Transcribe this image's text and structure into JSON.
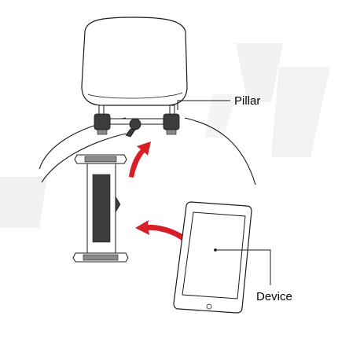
{
  "labels": {
    "pillar": "Pillar",
    "device": "Device"
  },
  "colors": {
    "line": "#1a1a1a",
    "arrow": "#d61f26",
    "watermark": "#f1f1f1",
    "mount_fill": "#3c3c3c",
    "clamp_fill": "#8a8a8a"
  },
  "icons": {
    "watermark": "brand-logo-watermark",
    "headrest": "headrest-illustration",
    "mount": "tablet-holder-mount",
    "tablet": "tablet-device-illustration"
  }
}
